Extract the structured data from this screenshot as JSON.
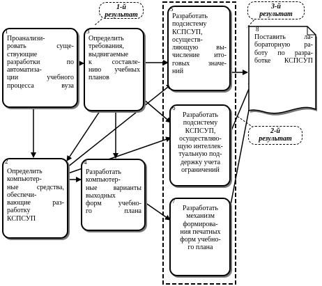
{
  "boxes": [
    {
      "num": "1",
      "text": "Проанализи-\nровать суще-\nствующие\nразработки по\nавтоматиза-\nции учебного\nпроцесса вуза"
    },
    {
      "num": "2",
      "text": "Определить\nкомпьютер-\nные средства,\nобеспечи-\nвающие раз-\nработку\nКСПСУП"
    },
    {
      "num": "3",
      "text": "Определить\nтребования,\nвыдвигаемые\nк составле-\nнию учебных\nпланов"
    },
    {
      "num": "4",
      "text": "Разработать\nкомпьютер-\nные варианты\nвыходных\nформ учебно-\nго плана"
    },
    {
      "num": "5",
      "text": "Разработать\nподсистему\nКСПСУП,\nосуществ-\nляющую вы-\nчисление ито-\nговых значе-\nний"
    },
    {
      "num": "6",
      "text": "Разработать\nподсистему\nКСПСУП,\nосуществляю-\nщую интеллек-\nтуальную под-\nдержку учета\nограничений"
    },
    {
      "num": "7",
      "text": "Разработать\nмеханизм\nформирова-\nния печатных\nформ учебно-\nго плана"
    }
  ],
  "doc": {
    "num": "8",
    "text": "Поставить ла-\nбораторную ра-\nботу по разра-\nботке КСПСУП"
  },
  "results": [
    {
      "text": "1-й\nрезультат"
    },
    {
      "text": "2-й\nрезультат"
    },
    {
      "text": "3-й\nрезультат"
    }
  ]
}
